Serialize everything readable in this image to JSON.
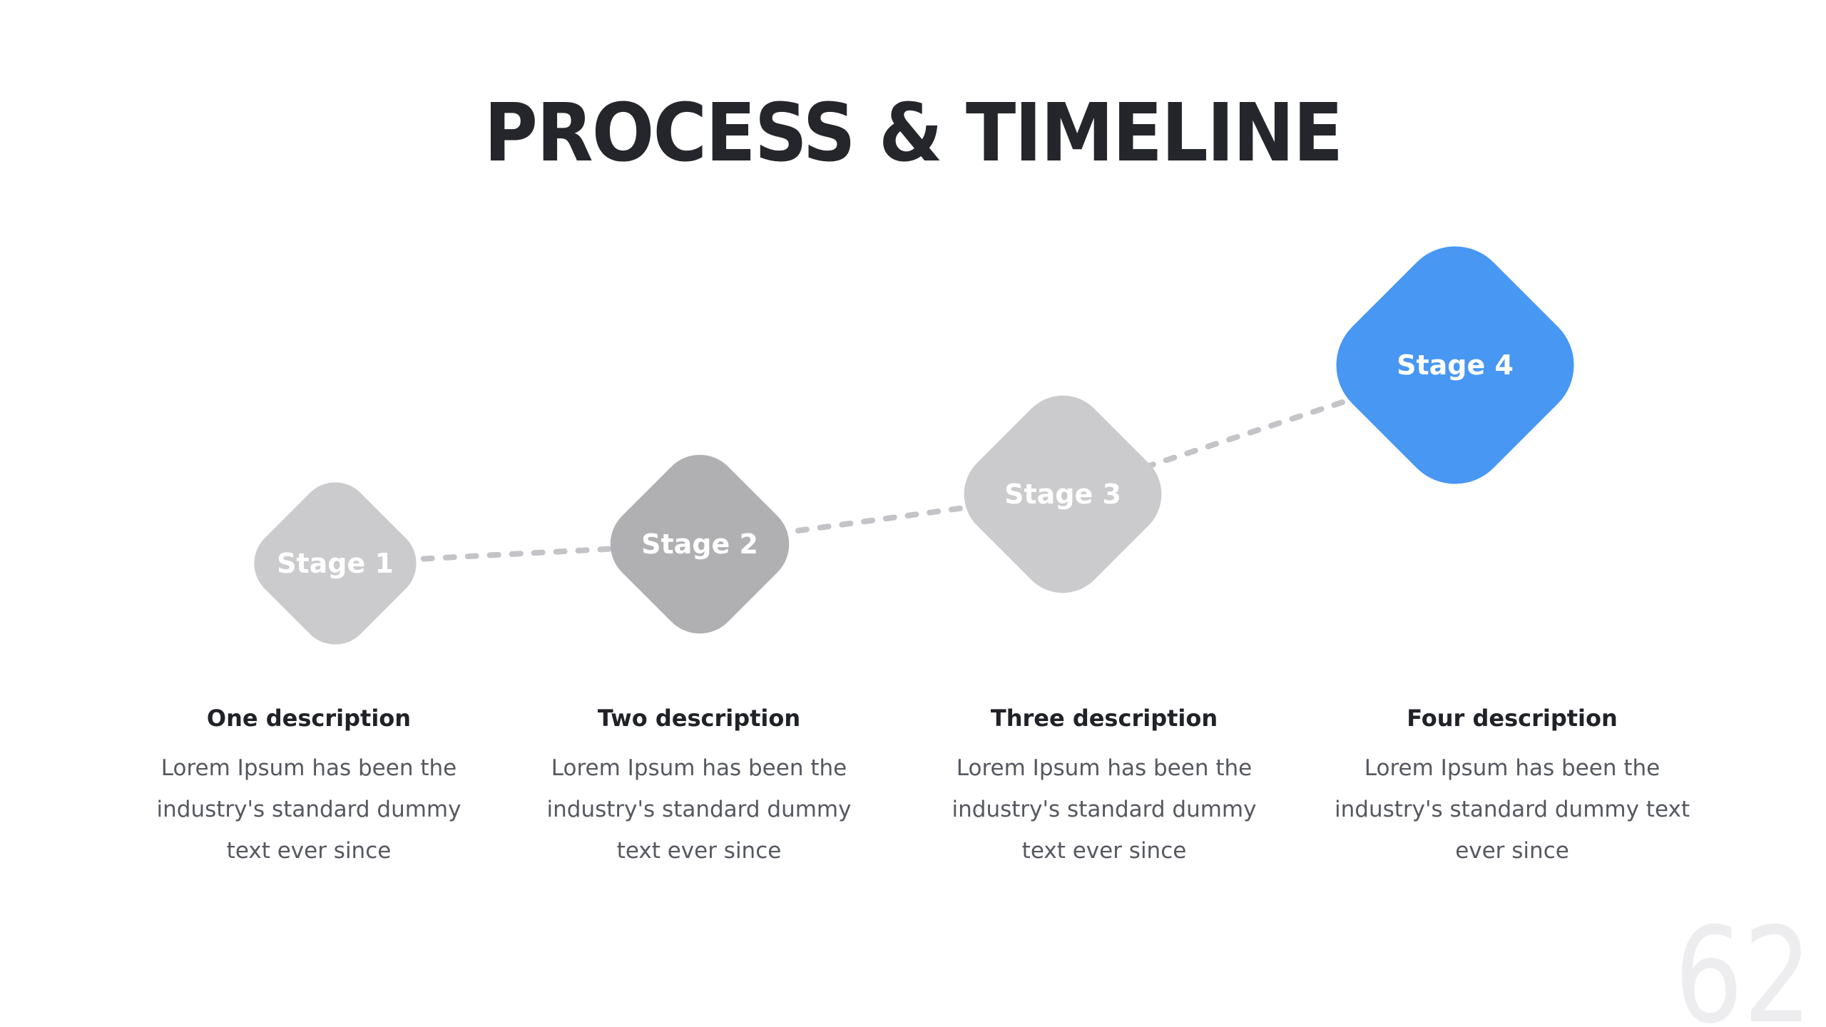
{
  "slide": {
    "title": "PROCESS & TIMELINE",
    "page_number": "62",
    "background_color": "#ffffff"
  },
  "timeline": {
    "connector_color": "#c4c4c8",
    "stages": [
      {
        "label": "Stage 1",
        "shape_color": "#cbcbcd",
        "text_color": "#ffffff"
      },
      {
        "label": "Stage 2",
        "shape_color": "#b0b0b2",
        "text_color": "#ffffff"
      },
      {
        "label": "Stage 3",
        "shape_color": "#cbcbcd",
        "text_color": "#ffffff"
      },
      {
        "label": "Stage 4",
        "shape_color": "#4797f3",
        "text_color": "#ffffff"
      }
    ]
  },
  "descriptions": [
    {
      "heading": "One description",
      "body": "Lorem Ipsum has been the industry's standard dummy text ever since"
    },
    {
      "heading": "Two description",
      "body": "Lorem Ipsum has been the industry's standard dummy text ever since"
    },
    {
      "heading": "Three description",
      "body": "Lorem Ipsum has been the industry's standard dummy text ever since"
    },
    {
      "heading": "Four description",
      "body": "Lorem Ipsum has been the industry's standard dummy text ever since"
    }
  ],
  "colors": {
    "title_text": "#24262b",
    "heading_text": "#202228",
    "body_text": "#565860",
    "page_number": "#ededef",
    "stage_label_text": "#ffffff"
  }
}
